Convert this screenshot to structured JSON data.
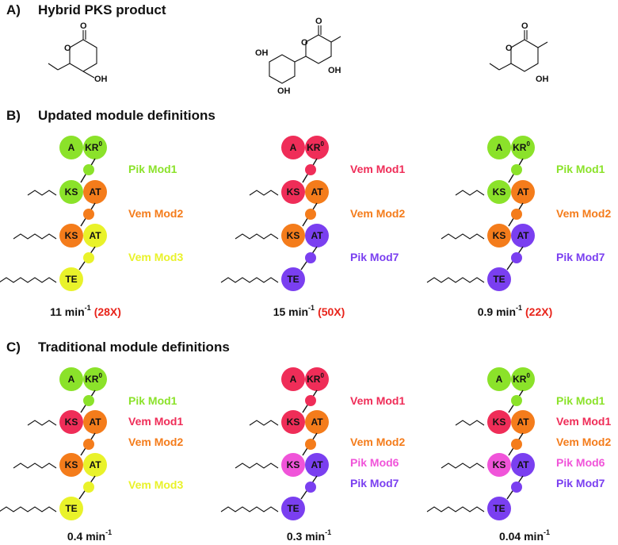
{
  "sections": {
    "a": {
      "letter": "A)",
      "title": "Hybrid PKS product"
    },
    "b": {
      "letter": "B)",
      "title": "Updated module definitions"
    },
    "c": {
      "letter": "C)",
      "title": "Traditional module definitions"
    }
  },
  "colors": {
    "pik": "#8be22a",
    "vem_red": "#ef2d58",
    "vem_orange": "#f47c1b",
    "vem3_yellow": "#e9f22a",
    "pik7_purple": "#7a3ff0",
    "pik6_pink": "#f054d9",
    "rate_fold": "#e8231a"
  },
  "domains": {
    "a": "A",
    "kr": "KR",
    "kr_sup": "0",
    "ks": "KS",
    "at": "AT",
    "te": "TE"
  },
  "products": {
    "oh": "OH",
    "o": "O"
  },
  "panel_b": [
    {
      "modules": [
        "Pik Mod1",
        "Vem Mod2",
        "Vem Mod3"
      ],
      "rate": "11 min",
      "rate_sup": "-1",
      "fold": "(28X)"
    },
    {
      "modules": [
        "Vem Mod1",
        "Vem Mod2",
        "Pik Mod7"
      ],
      "rate": "15 min",
      "rate_sup": "-1",
      "fold": "(50X)"
    },
    {
      "modules": [
        "Pik Mod1",
        "Vem Mod2",
        "Pik Mod7"
      ],
      "rate": "0.9 min",
      "rate_sup": "-1",
      "fold": "(22X)"
    }
  ],
  "panel_c": [
    {
      "modules": [
        "Pik Mod1",
        "Vem Mod1",
        "Vem Mod2",
        "Vem Mod3"
      ],
      "rate": "0.4 min",
      "rate_sup": "-1"
    },
    {
      "modules": [
        "Vem Mod1",
        "Vem Mod2",
        "Pik Mod6",
        "Pik Mod7"
      ],
      "rate": "0.3 min",
      "rate_sup": "-1"
    },
    {
      "modules": [
        "Pik Mod1",
        "Vem Mod1",
        "Vem Mod2",
        "Pik Mod6",
        "Pik Mod7"
      ],
      "rate": "0.04 min",
      "rate_sup": "-1"
    }
  ]
}
